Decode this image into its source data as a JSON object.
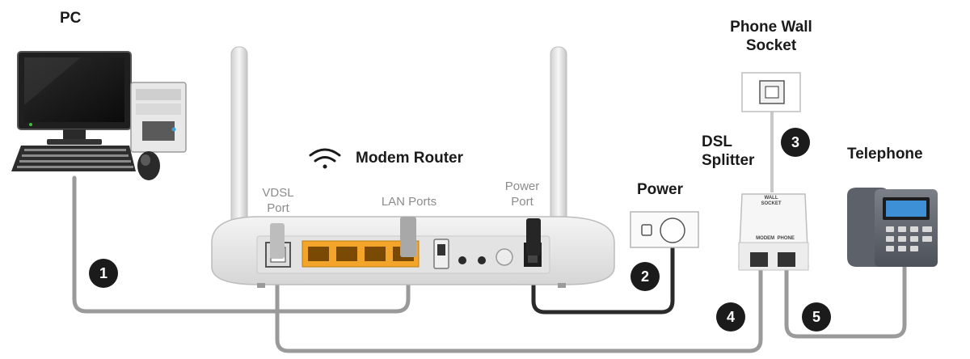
{
  "labels": {
    "pc": "PC",
    "phone_wall_socket": "Phone Wall\nSocket",
    "modem_router": "Modem Router",
    "dsl_splitter": "DSL\nSplitter",
    "telephone": "Telephone",
    "power": "Power",
    "vdsl_port": "VDSL\nPort",
    "lan_ports": "LAN Ports",
    "power_port": "Power\nPort"
  },
  "splitter_text": {
    "wall_socket": "WALL\nSOCKET",
    "modem_phone": "MODEM  PHONE"
  },
  "steps": [
    "1",
    "2",
    "3",
    "4",
    "5"
  ],
  "icons": {
    "wifi": "wifi-icon"
  },
  "colors": {
    "cable_grey": "#9a9a9a",
    "cable_black": "#2a2a2a",
    "lan_orange": "#f2a52a",
    "step_badge": "#1b1b1b",
    "phone_screen": "#3d8fd6"
  }
}
